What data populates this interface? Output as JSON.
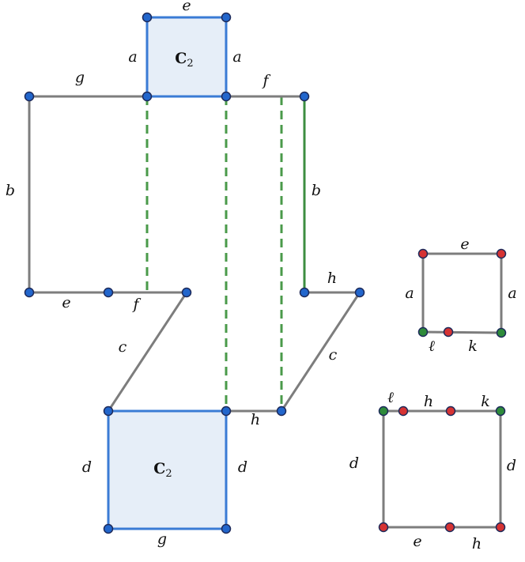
{
  "colors": {
    "point_blue": "#2266cc",
    "point_red": "#d63333",
    "point_green": "#2e8b3a",
    "square_fill": "#e6eef8",
    "square_edge": "#3a7bd5",
    "edge_gray": "#7d7d7d",
    "dashed_green": "#4a9a4a"
  },
  "labels": {
    "a": "a",
    "b": "b",
    "c": "c",
    "d": "d",
    "e": "e",
    "f": "f",
    "g": "g",
    "h": "h",
    "k": "k",
    "l": "ℓ"
  },
  "squares": {
    "top": {
      "letter": "C",
      "sub": "2"
    },
    "bottom": {
      "letter": "C",
      "sub": "2"
    }
  }
}
